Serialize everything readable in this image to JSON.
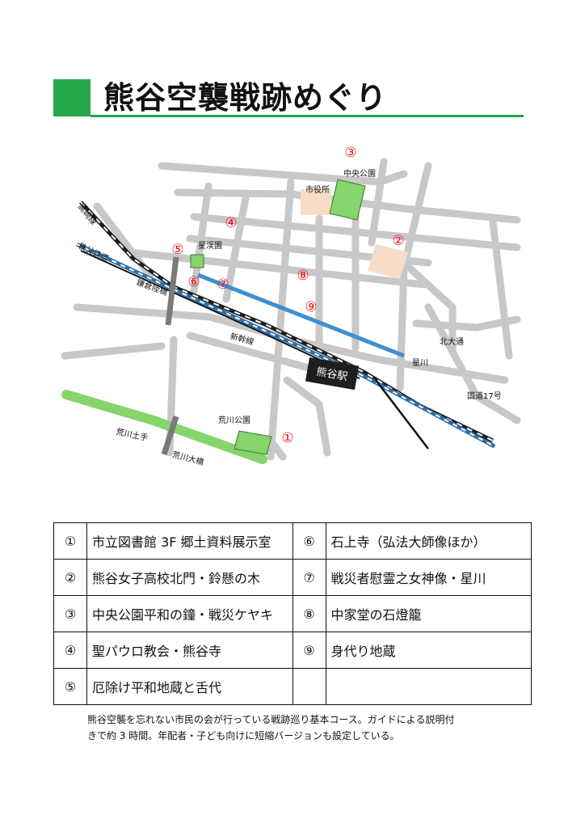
{
  "title": "熊谷空襲戦跡めぐり",
  "colors": {
    "accent_green": "#22a84a",
    "marker_red": "#e8141b",
    "road_gray": "#c8c8c8",
    "river_blue": "#3f8fd0",
    "park_green": "#86d46c",
    "facility_peach": "#f7dcc8"
  },
  "map": {
    "labels": {
      "city_hall": "市役所",
      "central_park": "中央公園",
      "hoshikei_en": "星渓園",
      "takasaki_line": "高崎線",
      "chichibu_railway": "秩父鉄道",
      "kamakura_bridge": "鎌倉陸橋",
      "shinkansen": "新幹線",
      "hoshikawa": "星川",
      "kita_odori": "北大通",
      "route17": "国道17号",
      "station": "熊谷駅",
      "arakawa_park": "荒川公園",
      "arakawa_levee": "荒川土手",
      "arakawa_bridge": "荒川大橋"
    },
    "markers": [
      "①",
      "②",
      "③",
      "④",
      "⑤",
      "⑥",
      "⑦",
      "⑧",
      "⑨"
    ]
  },
  "sites": [
    {
      "no": "①",
      "name": "市立図書館 3F 郷土資料展示室"
    },
    {
      "no": "②",
      "name": "熊谷女子高校北門・鈴懸の木"
    },
    {
      "no": "③",
      "name": "中央公園平和の鐘・戦災ケヤキ"
    },
    {
      "no": "④",
      "name": "聖パウロ教会・熊谷寺"
    },
    {
      "no": "⑤",
      "name": "厄除け平和地蔵と舌代"
    },
    {
      "no": "⑥",
      "name": "石上寺（弘法大師像ほか）"
    },
    {
      "no": "⑦",
      "name": "戦災者慰霊之女神像・星川"
    },
    {
      "no": "⑧",
      "name": "中家堂の石燈籠"
    },
    {
      "no": "⑨",
      "name": "身代り地蔵"
    }
  ],
  "caption": {
    "line1": "熊谷空襲を忘れない市民の会が行っている戦跡巡り基本コース。ガイドによる説明付",
    "line2": "きで約 3 時間。年配者・子ども向けに短縮バージョンも設定している。"
  }
}
